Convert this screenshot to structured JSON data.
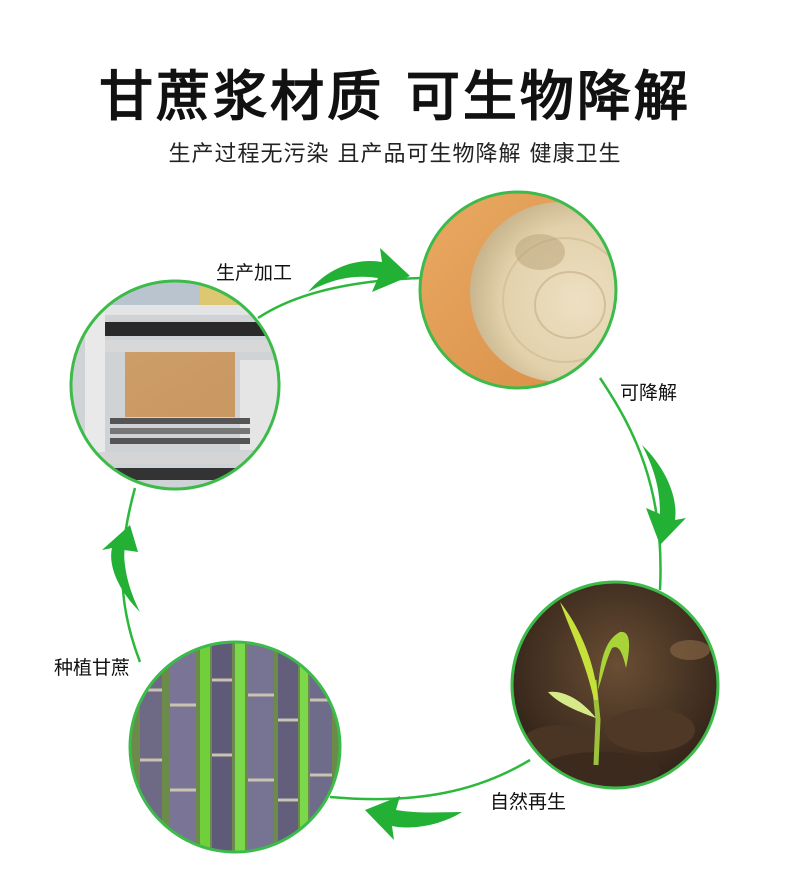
{
  "header": {
    "title": "甘蔗浆材质 可生物降解",
    "subtitle": "生产过程无污染 且产品可生物降解 健康卫生"
  },
  "cycle": {
    "accent_color": "#22b035",
    "ring_color": "#3dbb4a",
    "stages": [
      {
        "id": "production",
        "label": "生产加工",
        "image": "paper-roll-machine"
      },
      {
        "id": "degradable",
        "label": "可降解",
        "image": "sugarcane-pulp-bowl"
      },
      {
        "id": "regeneration",
        "label": "自然再生",
        "image": "seedling-in-soil"
      },
      {
        "id": "planting",
        "label": "种植甘蔗",
        "image": "sugarcane-stalks"
      }
    ]
  }
}
